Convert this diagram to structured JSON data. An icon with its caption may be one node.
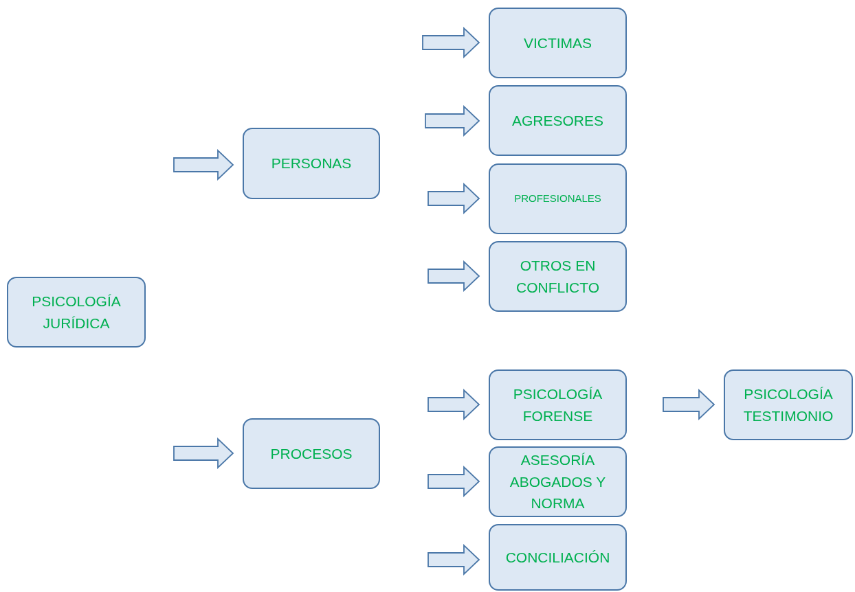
{
  "diagram": {
    "nodes": [
      {
        "text": [
          "PSICOLOGÍA JURÍDICA"
        ]
      },
      {
        "text": [
          "PERSONAS"
        ]
      },
      {
        "text": [
          "VICTIMAS"
        ]
      },
      {
        "text": [
          "AGRESORES"
        ]
      },
      {
        "text": [
          "PROFESIONALES"
        ]
      },
      {
        "text": [
          "OTROS EN CONFLICTO"
        ]
      },
      {
        "text": [
          "PROCESOS"
        ]
      },
      {
        "text": [
          "PSICOLOGÍA FORENSE"
        ]
      },
      {
        "text": [
          "PSICOLOGÍA TESTIMONIO"
        ]
      },
      {
        "text": [
          "ASESORÍA ABOGADOS Y NORMA"
        ]
      },
      {
        "text": [
          "CONCILIACIÓN"
        ]
      }
    ],
    "edges": [
      {
        "from": null,
        "to": 1,
        "arrow": "to"
      },
      {
        "from": null,
        "to": 2,
        "arrow": "to"
      },
      {
        "from": null,
        "to": 3,
        "arrow": "to"
      },
      {
        "from": null,
        "to": 4,
        "arrow": "to"
      },
      {
        "from": null,
        "to": 5,
        "arrow": "to"
      },
      {
        "from": null,
        "to": 6,
        "arrow": "to"
      },
      {
        "from": null,
        "to": 7,
        "arrow": "to"
      },
      {
        "from": null,
        "to": 8,
        "arrow": "to"
      },
      {
        "from": null,
        "to": 9,
        "arrow": "to"
      },
      {
        "from": null,
        "to": 10,
        "arrow": "to"
      }
    ]
  }
}
